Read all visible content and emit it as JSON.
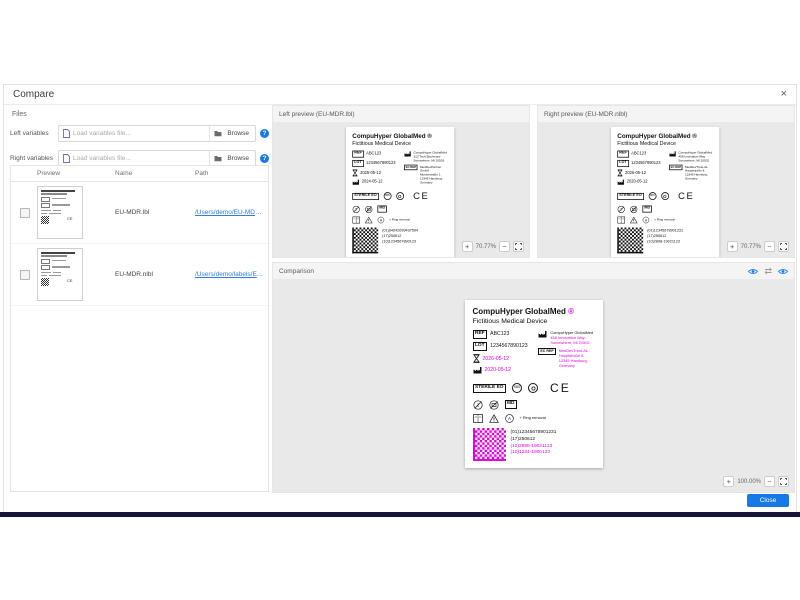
{
  "dialog": {
    "title": "Compare"
  },
  "icons": {
    "close": "×",
    "help": "?",
    "swap": "⇄",
    "zoom_in": "+",
    "zoom_out": "−"
  },
  "files": {
    "section_title": "Files",
    "left_label": "Left variables",
    "right_label": "Right variables",
    "placeholder": "Load variables file...",
    "browse_label": "Browse"
  },
  "table": {
    "headers": {
      "preview": "Preview",
      "name": "Name",
      "path": "Path"
    },
    "rows": [
      {
        "name": "EU-MDR.lbl",
        "path": "/Users/demo/EU-MDR.lbl"
      },
      {
        "name": "EU-MDR.nlbl",
        "path": "/Users/demo/labels/EU-MDR.nlbl"
      }
    ]
  },
  "panels": {
    "left": {
      "title": "Left preview (EU-MDR.lbl)",
      "zoom": "70.77%"
    },
    "right": {
      "title": "Right preview (EU-MDR.nlbl)",
      "zoom": "70.77%"
    },
    "comparison": {
      "title": "Comparison",
      "zoom": "100.00%"
    }
  },
  "footer": {
    "close_label": "Close"
  },
  "colors": {
    "accent": "#1779e8",
    "link": "#2f7de1",
    "diff": "#e500e5",
    "help": "#1779e8"
  },
  "labels": {
    "left": {
      "title": "CompuHyper GlobalMed",
      "reg": "®",
      "subtitle": "Fictitious Medical Device",
      "ref_label": "REF",
      "ref_value": "ABC123",
      "lot_label": "LOT",
      "lot_value": "1234567890123",
      "use_by": "2025-05-12",
      "mfg_date": "2024-05-12",
      "mfr_lines": [
        "CompuHyper GlobalMed",
        "123 Tech Boulevard",
        "Somewhere, MI 20503"
      ],
      "ec_rep_label": "EC REP",
      "ec_lines": [
        "MedDevPartner GmbH",
        "Musterstraße 1",
        "12345 Hamburg, Germany"
      ],
      "sterile": "STERILE EO",
      "sbs": "SBS",
      "md": "MD",
      "ce": "CE",
      "note": "+ Ring removal",
      "barcode_lines": [
        "(01)04042099437594",
        "(17)250612",
        "(10)1234567890123"
      ]
    },
    "right": {
      "title": "CompuHyper GlobalMed",
      "reg": "®",
      "subtitle": "Fictitious Medical Device",
      "ref_label": "REF",
      "ref_value": "ABC123",
      "lot_label": "LOT",
      "lot_value": "1234567890123",
      "use_by": "2026-05-12",
      "mfg_date": "2020-05-12",
      "mfr_lines": [
        "CompuHyper GlobalMed",
        "456 Innovation Way",
        "Somewhere, MI 20502"
      ],
      "ec_rep_label": "EC REP",
      "ec_lines": [
        "MedDevTrust-AL",
        "Hauptstraße 8",
        "12345 Hamburg, Germany"
      ],
      "sterile": "STERILE EO",
      "sbs": "SBS",
      "md": "MD",
      "ce": "CE",
      "note": "+ Ring removal",
      "barcode_lines": [
        "(01)12345678901231",
        "(17)250612",
        "(10)2898-19021123"
      ]
    },
    "comparison": {
      "title": "CompuHyper GlobalMed",
      "reg": "®",
      "subtitle": "Fictitious Medical Device",
      "ref_label": "REF",
      "ref_value": "ABC123",
      "lot_label": "LOT",
      "lot_value": "1234567890123",
      "use_by": "2026-05-12",
      "mfg_date": "2020-05-12",
      "mfr_lines": [
        "CompuHyper GlobalMed",
        "456 Innovation Way",
        "Somewhere, MI 20502"
      ],
      "ec_rep_label": "EC REP",
      "ec_lines": [
        "MedDevTrust-AL",
        "Hauptstraße 8",
        "12345 Hamburg, Germany"
      ],
      "sterile": "STERILE EO",
      "sbs": "SBS",
      "md": "MD",
      "ce": "CE",
      "note": "+ Ring removal",
      "barcode_lines": [
        "(01)12345678901231",
        "(17)250612",
        "(10)2898-19021123",
        "(10)1234-1900123"
      ]
    }
  }
}
